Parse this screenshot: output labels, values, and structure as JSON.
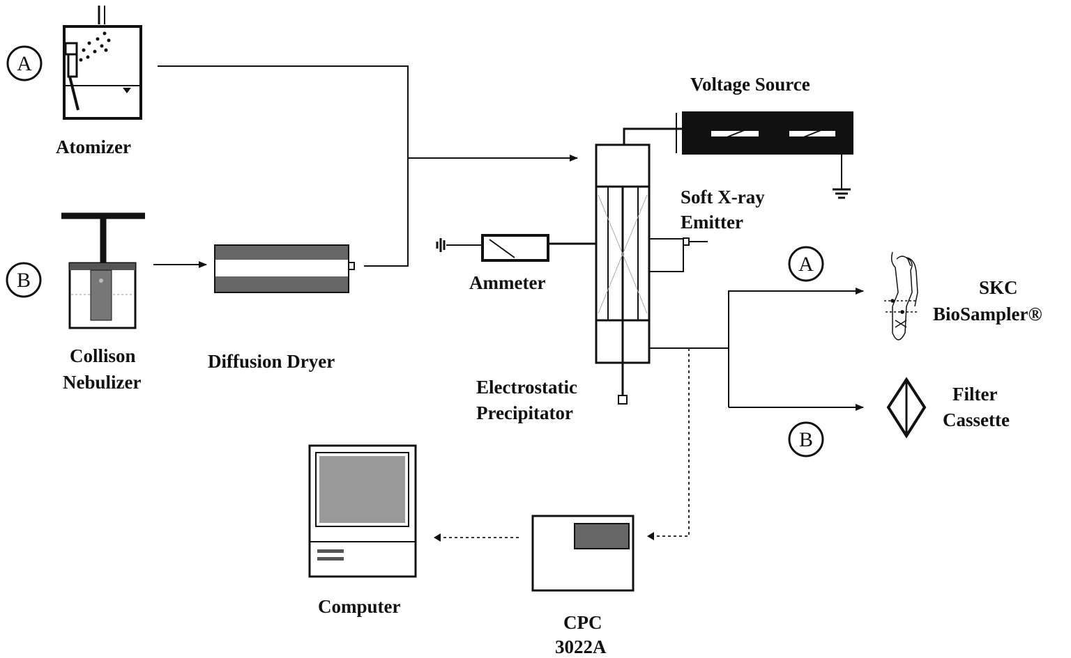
{
  "labels": {
    "atomizer": "Atomizer",
    "collison_line1": "Collison",
    "collison_line2": "Nebulizer",
    "diffusion_dryer": "Diffusion Dryer",
    "voltage_source": "Voltage Source",
    "soft_xray_line1": "Soft X-ray",
    "soft_xray_line2": "Emitter",
    "ammeter": "Ammeter",
    "esp_line1": "Electrostatic",
    "esp_line2": "Precipitator",
    "skc_line1": "SKC",
    "skc_line2": "BioSampler®",
    "filter_line1": "Filter",
    "filter_line2": "Cassette",
    "computer": "Computer",
    "cpc_line1": "CPC",
    "cpc_line2": "3022A"
  },
  "markers": {
    "atomizer": "A",
    "collison": "B",
    "skc": "A",
    "filter": "B"
  }
}
